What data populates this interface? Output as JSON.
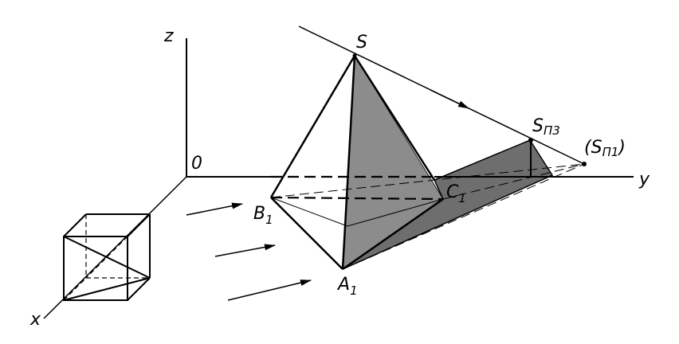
{
  "labels": {
    "z": "z",
    "origin": "0",
    "y": "y",
    "x": "x",
    "S": "S",
    "S_p3_base": "S",
    "S_p3_sub": "П3",
    "S_p1_open": "(S",
    "S_p1_sub": "П1",
    "S_p1_close": ")",
    "B1_base": "B",
    "B1_sub": "1",
    "C1_base": "C",
    "C1_sub": "1",
    "A1_base": "A",
    "A1_sub": "1"
  },
  "colors": {
    "line": "#000000",
    "pyramid_face": "#8c8c8c",
    "shadow": "#6e6e6e",
    "background": "#ffffff"
  }
}
